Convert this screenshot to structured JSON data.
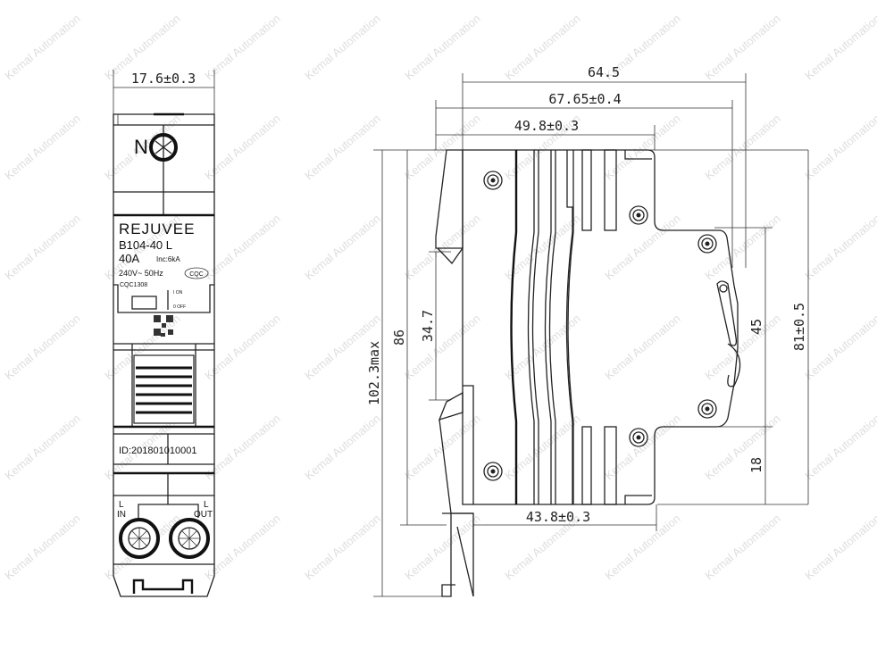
{
  "front_view": {
    "width_dim": "17.6±0.3",
    "neutral_label": "N",
    "brand": "REJUVEE",
    "model": "B104-40 L",
    "rating": "40A",
    "breaking_capacity": "Inc:6kA",
    "voltage_freq": "240V~ 50Hz",
    "cert_mark": "CQC",
    "cert_code": "CQC1308",
    "switch_on": "I ON",
    "switch_off": "0 OFF",
    "serial_id": "ID:201801010001",
    "terminal_in_top": "L",
    "terminal_in": "IN",
    "terminal_out_top": "L",
    "terminal_out": "OUT"
  },
  "side_view": {
    "dims": {
      "overall_depth": "64.5",
      "depth_to_face": "67.65±0.4",
      "depth_shoulder": "49.8±0.3",
      "base_depth": "43.8±0.3",
      "max_height": "102.3max",
      "height_86": "86",
      "din_rail": "34.7",
      "face_height": "45",
      "body_height": "81±0.5",
      "lower_offset": "18"
    }
  },
  "watermark": "Kemal Automation"
}
